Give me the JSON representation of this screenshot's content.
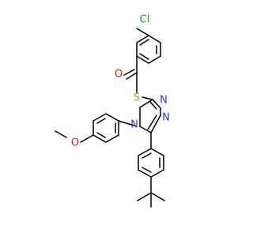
{
  "molecule": {
    "atoms": {
      "chlorine": "Cl",
      "carbonyl_oxygen": "O",
      "sulfur": "S",
      "triazole_n1": "N",
      "triazole_n2": "N",
      "triazole_n4": "N",
      "methoxy_oxygen": "O"
    },
    "colors": {
      "bond": "#000000",
      "chlorine": "#1fa01f",
      "oxygen": "#e01b1b",
      "sulfur": "#b5a300",
      "nitrogen": "#1f3cff"
    }
  }
}
